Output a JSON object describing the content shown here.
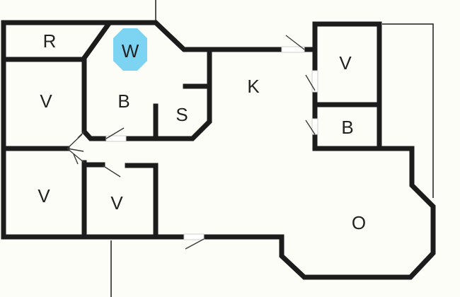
{
  "floorplan": {
    "rooms": {
      "r": "R",
      "w": "W",
      "v_left_upper": "V",
      "b_upper": "B",
      "s": "S",
      "k": "K",
      "v_right_upper": "V",
      "b_right": "B",
      "v_left_lower": "V",
      "v_mid_lower": "V",
      "o": "O"
    },
    "colors": {
      "wall": "#1c1c1c",
      "background": "#fdfdf8",
      "w_marker": "#7cd3f2"
    }
  }
}
